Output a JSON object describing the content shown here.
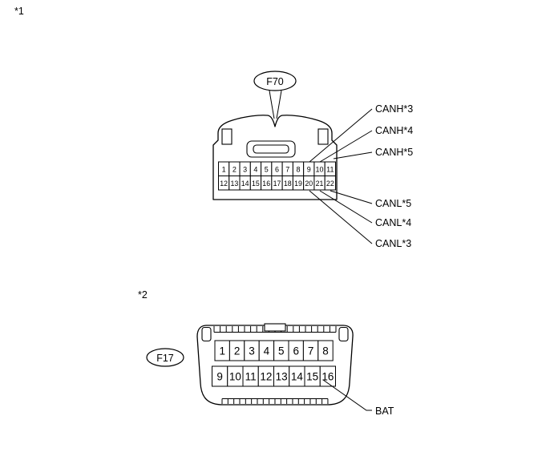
{
  "page": {
    "note1": "*1",
    "note2": "*2"
  },
  "f70": {
    "label": "F70",
    "pins_row1": [
      "1",
      "2",
      "3",
      "4",
      "5",
      "6",
      "7",
      "8",
      "9",
      "10",
      "11"
    ],
    "pins_row2": [
      "12",
      "13",
      "14",
      "15",
      "16",
      "17",
      "18",
      "19",
      "20",
      "21",
      "22"
    ],
    "callouts_top": [
      {
        "label": "CANH*3",
        "pin": "9"
      },
      {
        "label": "CANH*4",
        "pin": "10"
      },
      {
        "label": "CANH*5",
        "pin": "11"
      }
    ],
    "callouts_bottom": [
      {
        "label": "CANL*5",
        "pin": "22"
      },
      {
        "label": "CANL*4",
        "pin": "21"
      },
      {
        "label": "CANL*3",
        "pin": "20"
      }
    ]
  },
  "f17": {
    "label": "F17",
    "pins_row1": [
      "1",
      "2",
      "3",
      "4",
      "5",
      "6",
      "7",
      "8"
    ],
    "pins_row2": [
      "9",
      "10",
      "11",
      "12",
      "13",
      "14",
      "15",
      "16"
    ],
    "callout": {
      "label": "BAT",
      "pin": "16"
    }
  },
  "colors": {
    "line": "#000000",
    "background": "#ffffff"
  }
}
